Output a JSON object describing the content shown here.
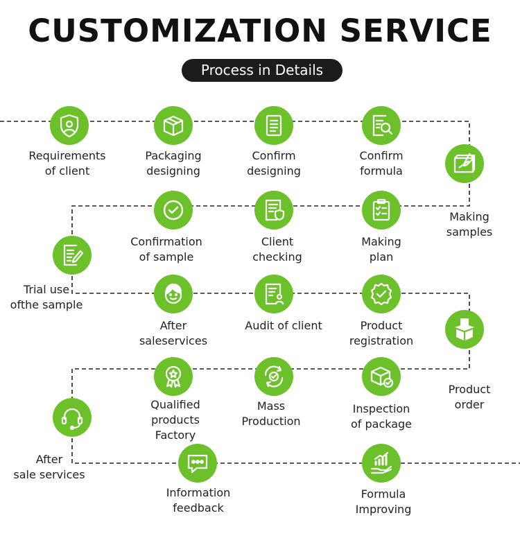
{
  "header": {
    "title": "CUSTOMIZATION SERVICE",
    "subtitle": "Process in Details"
  },
  "colors": {
    "node_fill": "#6cc12b",
    "line": "#222222",
    "title_text": "#111111",
    "badge_bg": "#1c1c1c"
  },
  "steps": [
    {
      "id": "requirements",
      "icon": "shield-user-icon",
      "lines": [
        "Requirements",
        "of client"
      ]
    },
    {
      "id": "packaging",
      "icon": "box-icon",
      "lines": [
        "Packaging",
        "designing"
      ]
    },
    {
      "id": "confirm-designing",
      "icon": "document-list-icon",
      "lines": [
        "Confirm",
        "designing"
      ]
    },
    {
      "id": "confirm-formula",
      "icon": "document-search-icon",
      "lines": [
        "Confirm",
        "formula"
      ]
    },
    {
      "id": "making-samples",
      "icon": "blueprint-icon",
      "lines": [
        "Making",
        "samples"
      ]
    },
    {
      "id": "making-plan",
      "icon": "clipboard-icon",
      "lines": [
        "Making",
        "plan"
      ]
    },
    {
      "id": "client-checking",
      "icon": "document-shield-icon",
      "lines": [
        "Client",
        "checking"
      ]
    },
    {
      "id": "confirmation-sample",
      "icon": "check-circle-icon",
      "lines": [
        "Confirmation",
        "of sample"
      ]
    },
    {
      "id": "trial-use",
      "icon": "document-pen-icon",
      "lines": [
        "Trial use",
        "ofthe sample"
      ]
    },
    {
      "id": "after-sale-services-1",
      "icon": "woman-face-icon",
      "lines": [
        "After",
        "saleservices"
      ]
    },
    {
      "id": "audit-client",
      "icon": "audit-document-icon",
      "lines": [
        "Audit of client"
      ]
    },
    {
      "id": "product-registration",
      "icon": "badge-check-icon",
      "lines": [
        "Product",
        "registration"
      ]
    },
    {
      "id": "product-order",
      "icon": "open-box-icon",
      "lines": [
        "Product",
        "order"
      ]
    },
    {
      "id": "inspection-package",
      "icon": "package-check-icon",
      "lines": [
        "Inspection",
        "of package"
      ]
    },
    {
      "id": "mass-production",
      "icon": "gear-cycle-icon",
      "lines": [
        "Mass",
        "Production"
      ]
    },
    {
      "id": "qualified-factory",
      "icon": "award-medal-icon",
      "lines": [
        "Qualified",
        "products",
        "Factory"
      ]
    },
    {
      "id": "after-sale-services-2",
      "icon": "headset-icon",
      "lines": [
        "After",
        "sale services"
      ]
    },
    {
      "id": "information-feedback",
      "icon": "chat-bubble-icon",
      "lines": [
        "Information",
        "feedback"
      ]
    },
    {
      "id": "formula-improving",
      "icon": "growth-chart-icon",
      "lines": [
        "Formula",
        "Improving"
      ]
    }
  ]
}
